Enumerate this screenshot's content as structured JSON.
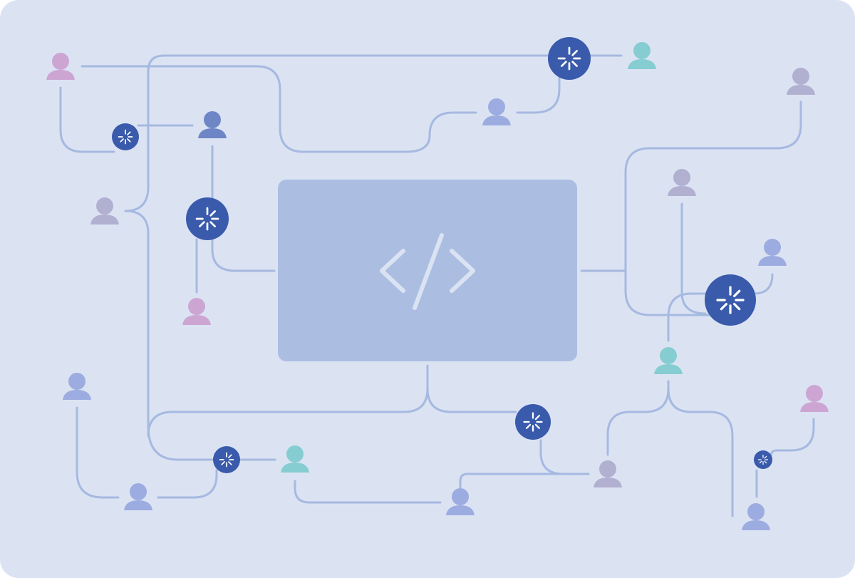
{
  "colors": {
    "background": "#dbe3f3",
    "wire": "#a6b9e0",
    "panel": "#abbee2",
    "code_glyph": "#dbe3f3",
    "node_fill": "#3a5aab",
    "node_spinner": "#ffffff",
    "user_pink": "#cda5d3",
    "user_teal": "#86cdd1",
    "user_periwinkle": "#9cace0",
    "user_lavender": "#b1b0d1",
    "user_indigo": "#6f86c6"
  },
  "panel": {
    "icon": "code-brackets-icon"
  },
  "nodes": [
    {
      "id": "hub-top-right",
      "icon": "loading-spinner-icon"
    },
    {
      "id": "hub-left-small",
      "icon": "loading-spinner-icon"
    },
    {
      "id": "hub-left-large",
      "icon": "loading-spinner-icon"
    },
    {
      "id": "hub-right-large",
      "icon": "loading-spinner-icon"
    },
    {
      "id": "hub-bottom-center",
      "icon": "loading-spinner-icon"
    },
    {
      "id": "hub-bottom-left",
      "icon": "loading-spinner-icon"
    },
    {
      "id": "hub-bottom-right-small",
      "icon": "loading-spinner-icon"
    }
  ],
  "users": [
    {
      "id": "user-top-left",
      "color": "pink"
    },
    {
      "id": "user-top-right",
      "color": "teal"
    },
    {
      "id": "user-far-right-top",
      "color": "lavender"
    },
    {
      "id": "user-top-middle",
      "color": "periwinkle"
    },
    {
      "id": "user-left-upper",
      "color": "indigo"
    },
    {
      "id": "user-left-middle",
      "color": "lavender"
    },
    {
      "id": "user-left-lower",
      "color": "pink"
    },
    {
      "id": "user-right-upper",
      "color": "lavender"
    },
    {
      "id": "user-right-middle",
      "color": "periwinkle"
    },
    {
      "id": "user-right-center",
      "color": "teal"
    },
    {
      "id": "user-far-right-bottom",
      "color": "pink"
    },
    {
      "id": "user-bottom-left-1",
      "color": "periwinkle"
    },
    {
      "id": "user-bottom-left-2",
      "color": "periwinkle"
    },
    {
      "id": "user-bottom-teal",
      "color": "teal"
    },
    {
      "id": "user-bottom-middle",
      "color": "periwinkle"
    },
    {
      "id": "user-bottom-right-1",
      "color": "lavender"
    },
    {
      "id": "user-bottom-right-2",
      "color": "periwinkle"
    }
  ]
}
